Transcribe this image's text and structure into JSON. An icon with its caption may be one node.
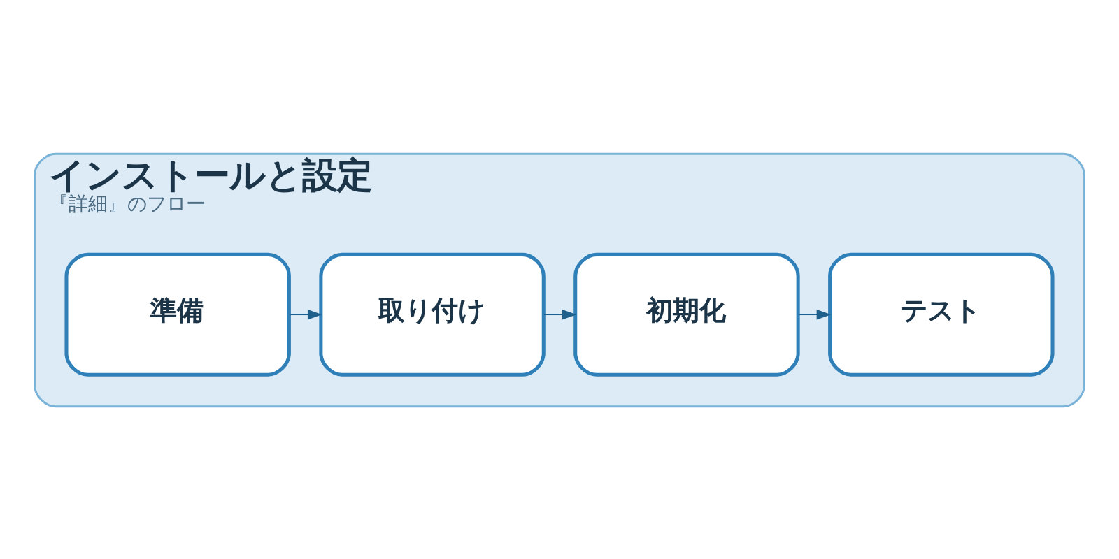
{
  "diagram": {
    "nodes": [
      {
        "text": [
          "インストールと設定",
          "『詳細』のフロー"
        ]
      },
      {
        "text": [
          "準備"
        ],
        "in": 0
      },
      {
        "text": [
          "取り付け"
        ],
        "in": 0
      },
      {
        "text": [
          "初期化"
        ],
        "in": 0
      },
      {
        "text": [
          "テスト"
        ],
        "in": 0
      }
    ],
    "edges": [
      {
        "from": 1,
        "to": 2,
        "arrow": "to"
      },
      {
        "from": 2,
        "to": 3,
        "arrow": "to"
      },
      {
        "from": 3,
        "to": 4,
        "arrow": "to"
      }
    ]
  }
}
